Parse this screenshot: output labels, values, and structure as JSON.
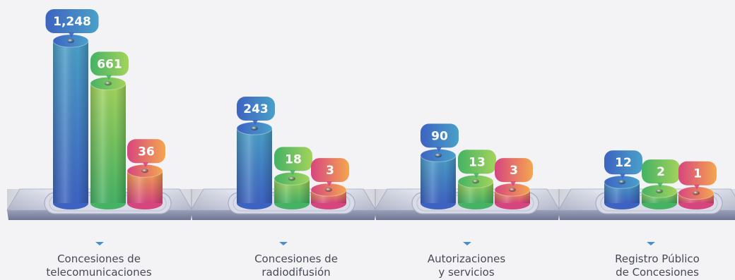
{
  "chart_data": {
    "type": "bar",
    "categories": [
      "Concesiones de\ntelecomunicaciones",
      "Concesiones de\nradiodifusión",
      "Autorizaciones\ny servicios",
      "Registro Público\nde Concesiones"
    ],
    "series": [
      {
        "values": [
          1248,
          243,
          90,
          12
        ]
      },
      {
        "values": [
          661,
          18,
          13,
          2
        ]
      },
      {
        "values": [
          36,
          3,
          3,
          1
        ]
      }
    ],
    "value_labels": [
      [
        "1,248",
        "661",
        "36"
      ],
      [
        "243",
        "18",
        "3"
      ],
      [
        "90",
        "13",
        "3"
      ],
      [
        "12",
        "2",
        "1"
      ]
    ],
    "series_colors": [
      [
        "#3d63c2",
        "#4aa0c8"
      ],
      [
        "#45b264",
        "#a3d35c"
      ],
      [
        "#d7457f",
        "#f4a64f"
      ]
    ],
    "grid": false,
    "legend": "none"
  }
}
